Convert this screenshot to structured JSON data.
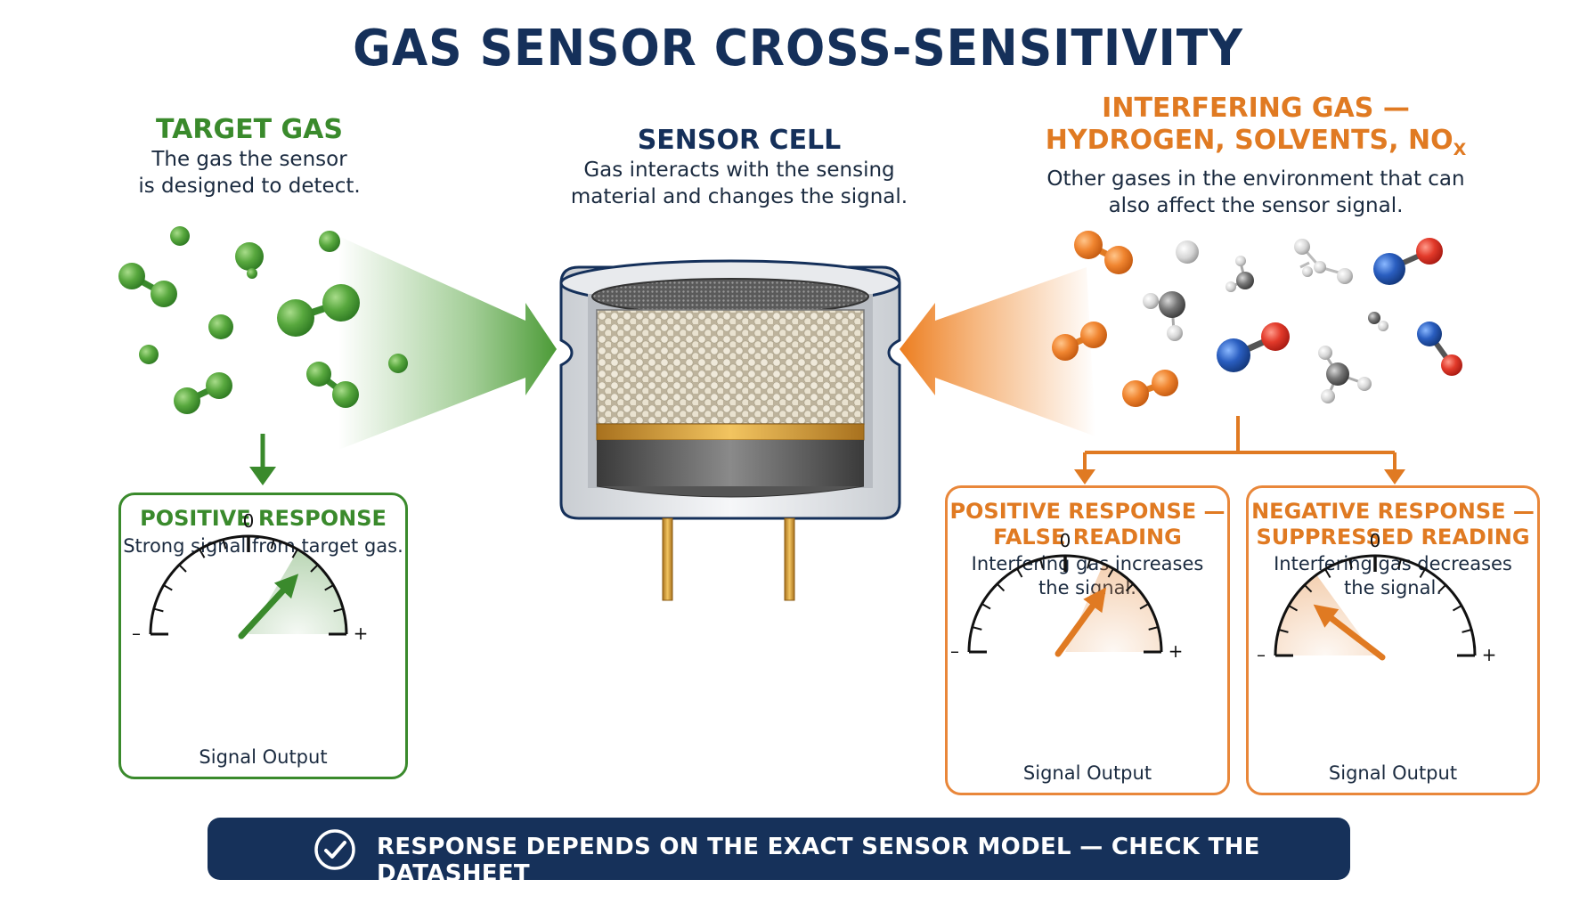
{
  "title": "GAS SENSOR CROSS-SENSITIVITY",
  "target": {
    "heading": "TARGET GAS",
    "line1": "The gas the sensor",
    "line2": "is designed to detect."
  },
  "sensor": {
    "heading": "SENSOR CELL",
    "line1": "Gas interacts with the sensing",
    "line2": "material and changes the signal."
  },
  "interfering": {
    "heading1": "INTERFERING GAS —",
    "heading2": "HYDROGEN, SOLVENTS, NO",
    "heading2_sub": "X",
    "line1": "Other gases in the environment that can",
    "line2": "also affect the sensor signal."
  },
  "gauges": [
    {
      "title1": "POSITIVE RESPONSE",
      "title2": "",
      "text1": "Strong signal from target gas.",
      "text2": "",
      "zero": "0",
      "minus": "–",
      "plus": "+",
      "label": "Signal Output",
      "reading": 0.72,
      "color": "#3a8a2c"
    },
    {
      "title1": "POSITIVE RESPONSE —",
      "title2": "FALSE READING",
      "text1": "Interfering gas increases",
      "text2": "the signal.",
      "zero": "0",
      "minus": "–",
      "plus": "+",
      "label": "Signal Output",
      "reading": 0.68,
      "color": "#e07a22"
    },
    {
      "title1": "NEGATIVE RESPONSE —",
      "title2": "SUPPRESSED READING",
      "text1": "Interfering gas decreases",
      "text2": "the signal.",
      "zero": "0",
      "minus": "–",
      "plus": "+",
      "label": "Signal Output",
      "reading": 0.22,
      "color": "#e07a22"
    }
  ],
  "banner": {
    "text": "RESPONSE DEPENDS ON THE EXACT SENSOR MODEL — CHECK THE DATASHEET",
    "icon": "check-circle-icon"
  },
  "colors": {
    "navy": "#15305a",
    "green": "#3a8a2c",
    "orange": "#e07a22"
  }
}
